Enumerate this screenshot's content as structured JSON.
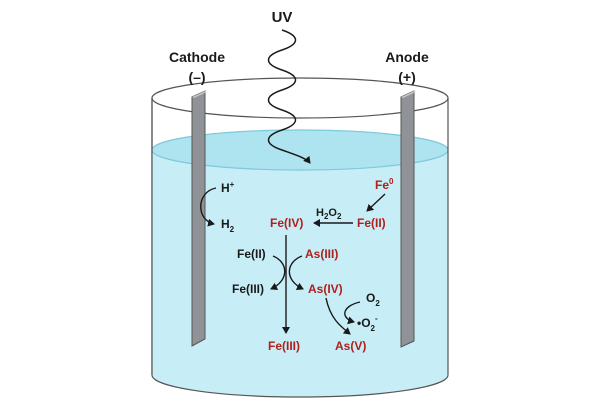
{
  "labels": {
    "uv": "UV",
    "cathode": "Cathode",
    "cathode_sign": "(–)",
    "anode": "Anode",
    "anode_sign": "(+)"
  },
  "species": {
    "h_plus": {
      "base": "H",
      "sup": "+"
    },
    "h2": {
      "base": "H",
      "sub": "2"
    },
    "fe0": {
      "base": "Fe",
      "sup": "0"
    },
    "h2o2": {
      "b1": "H",
      "s1": "2",
      "b2": "O",
      "s2": "2"
    },
    "fe_ii_right": "Fe(II)",
    "fe_iv": "Fe(IV)",
    "fe_ii_left": "Fe(II)",
    "as_iii": "As(III)",
    "fe_iii_mid": "Fe(III)",
    "as_iv": "As(IV)",
    "o2": {
      "base": "O",
      "sub": "2"
    },
    "superoxide": {
      "base": "•O",
      "sub": "2",
      "sup": "-"
    },
    "fe_iii_bottom": "Fe(III)",
    "as_v": "As(V)"
  },
  "colors": {
    "water": "#c7eef7",
    "water_edge": "#7ec9dc",
    "electrode": "#8f9296",
    "oxidation_state_text": "#b0201c",
    "neutral_text": "#1a1a1a"
  }
}
